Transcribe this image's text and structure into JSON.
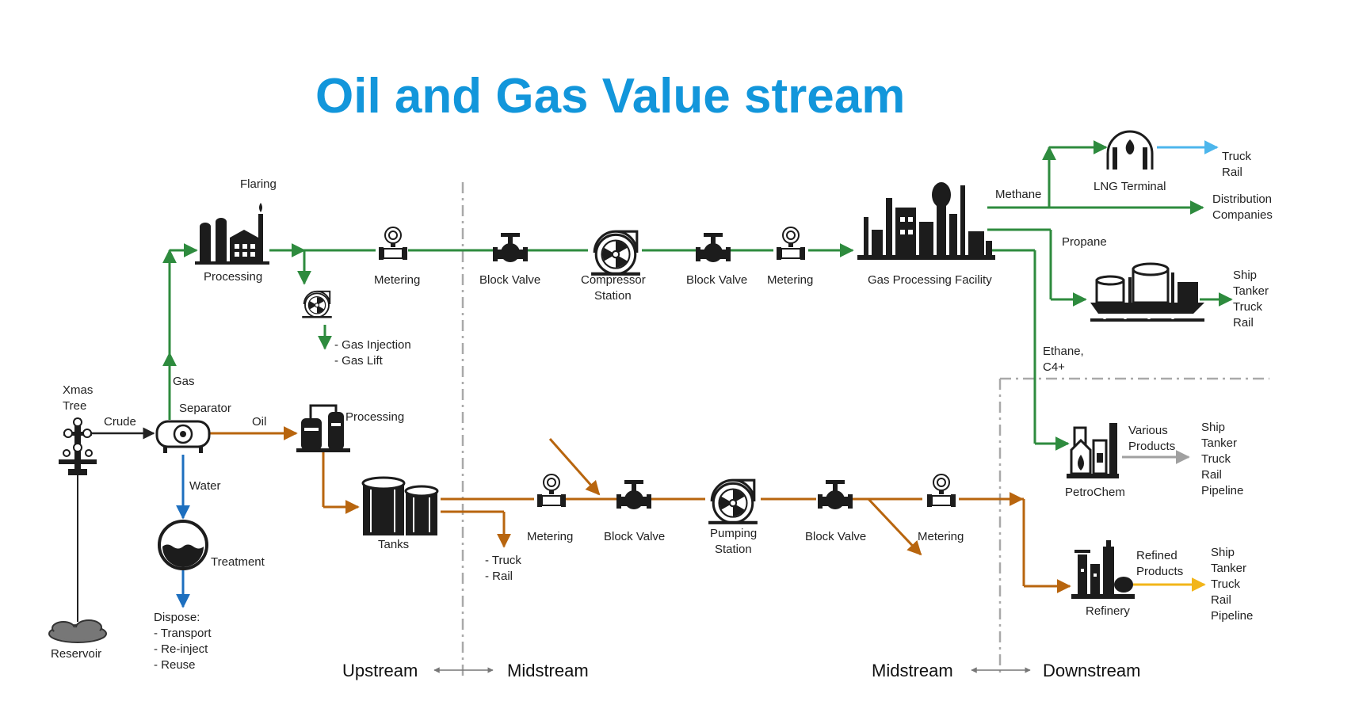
{
  "title": "Oil and Gas Value stream",
  "colors": {
    "title": "#1296db",
    "gas_line": "#2e8b3e",
    "oil_line": "#b8650e",
    "water_line": "#1d6fbf",
    "crude_line": "#222222",
    "truck_rail_arrow": "#4db6ec",
    "various_products_arrow": "#a0a0a0",
    "refined_products_arrow": "#f2b51a",
    "boundary_line": "#a9a9a9",
    "icon": "#1c1c1c"
  },
  "upstream": {
    "xmas_tree_line1": "Xmas",
    "xmas_tree_line2": "Tree",
    "reservoir": "Reservoir",
    "crude": "Crude",
    "separator": "Separator",
    "gas": "Gas",
    "oil": "Oil",
    "water": "Water",
    "treatment": "Treatment",
    "dispose_title": "Dispose:",
    "dispose_items": [
      "- Transport",
      "- Re-inject",
      "- Reuse"
    ],
    "flaring": "Flaring",
    "gas_processing": "Processing",
    "gas_metering": "Metering",
    "gas_injection": "- Gas Injection",
    "gas_lift": "- Gas Lift",
    "oil_processing": "Processing",
    "tanks": "Tanks",
    "tanks_outputs": [
      "- Truck",
      "- Rail"
    ]
  },
  "midstream_gas": {
    "block_valve_1": "Block Valve",
    "compressor_line1": "Compressor",
    "compressor_line2": "Station",
    "block_valve_2": "Block Valve",
    "metering": "Metering",
    "gas_processing_facility": "Gas Processing Facility"
  },
  "midstream_oil": {
    "metering_1": "Metering",
    "block_valve_1": "Block Valve",
    "pumping_line1": "Pumping",
    "pumping_line2": "Station",
    "block_valve_2": "Block Valve",
    "metering_2": "Metering"
  },
  "downstream": {
    "methane": "Methane",
    "lng_terminal": "LNG Terminal",
    "lng_outputs": [
      "Truck",
      "Rail"
    ],
    "distribution_line1": "Distribution",
    "distribution_line2": "Companies",
    "propane": "Propane",
    "propane_outputs": [
      "Ship",
      "Tanker",
      "Truck",
      "Rail"
    ],
    "ethane_line1": "Ethane,",
    "ethane_line2": "C4+",
    "petrochem": "PetroChem",
    "various_line1": "Various",
    "various_line2": "Products",
    "petrochem_outputs": [
      "Ship",
      "Tanker",
      "Truck",
      "Rail",
      "Pipeline"
    ],
    "refinery": "Refinery",
    "refined_line1": "Refined",
    "refined_line2": "Products",
    "refinery_outputs": [
      "Ship",
      "Tanker",
      "Truck",
      "Rail",
      "Pipeline"
    ]
  },
  "boundaries": {
    "upstream": "Upstream",
    "midstream_left": "Midstream",
    "midstream_right": "Midstream",
    "downstream": "Downstream"
  }
}
